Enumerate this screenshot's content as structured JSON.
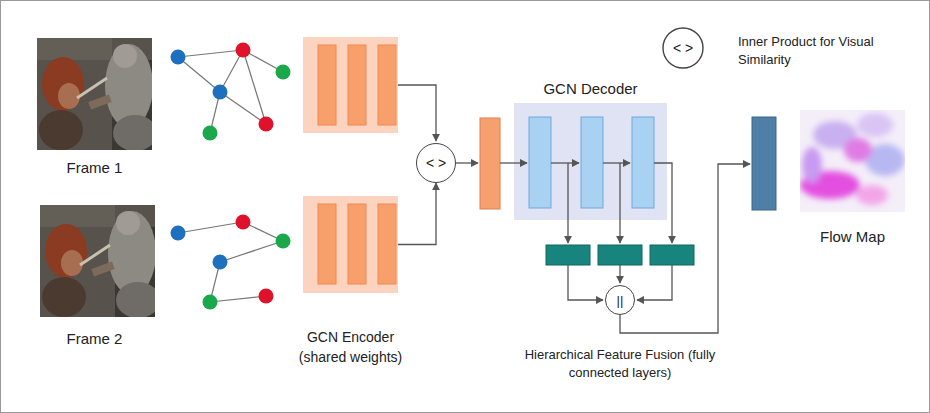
{
  "diagram": {
    "nodes": [
      {
        "text": [
          "Frame 1"
        ]
      },
      {
        "text": [
          "Frame 2"
        ]
      },
      {
        "text": [
          "GCN Encoder (shared weights)"
        ]
      },
      {
        "text": [
          "< >"
        ]
      },
      {
        "text": [
          "GCN Decoder"
        ]
      },
      {
        "text": [
          "||",
          "Hierarchical Feature Fusion (fully connected layers)"
        ]
      },
      {
        "text": [
          "Flow Map"
        ]
      }
    ],
    "edges": [
      {
        "from": 2,
        "to": 3,
        "arrow": "to"
      }
    ],
    "labels": [
      "< >"
    ],
    "legend": [
      {
        "text": "Inner Product for Visual Similarity"
      }
    ]
  }
}
